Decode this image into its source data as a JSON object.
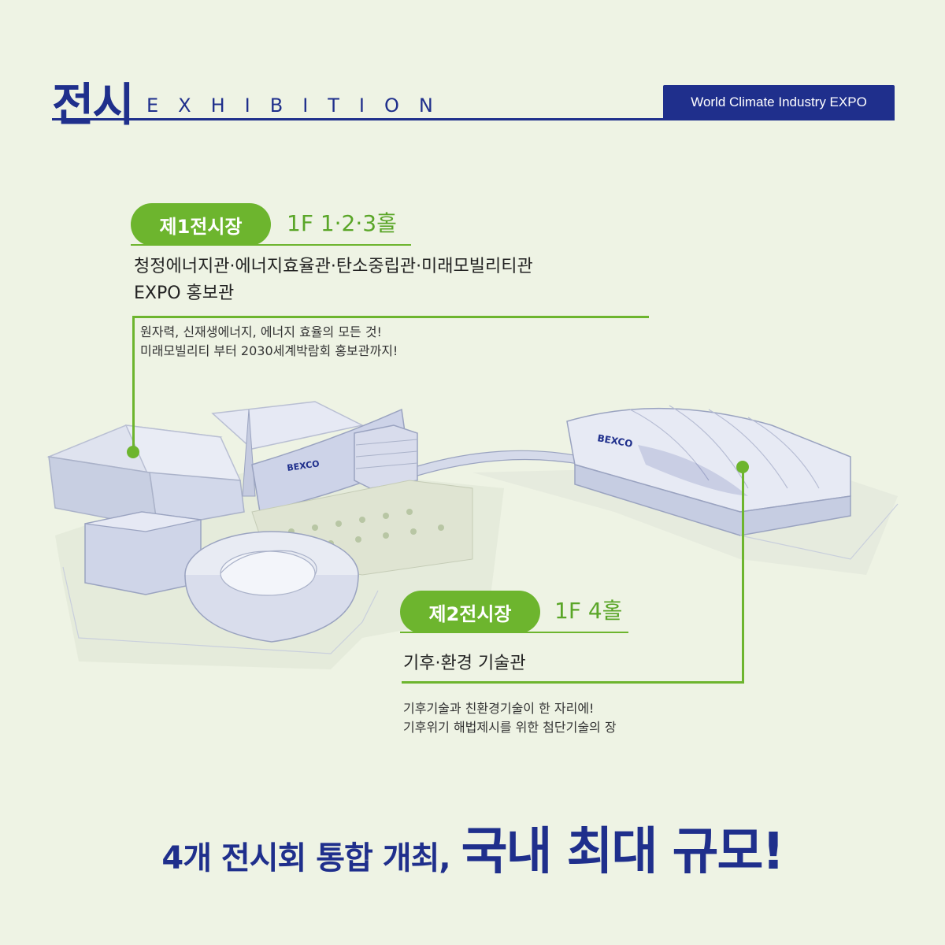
{
  "header": {
    "title_ko": "전시",
    "title_en": "EXHIBITION",
    "badge": "World Climate Industry EXPO"
  },
  "hall1": {
    "label": "제1전시장",
    "floor": "1F 1·2·3홀",
    "name_line1": "청정에너지관·에너지효율관·탄소중립관·미래모빌리티관",
    "name_line2": "EXPO 홍보관",
    "desc_line1": "원자력, 신재생에너지, 에너지 효율의 모든 것!",
    "desc_line2": "미래모빌리티 부터 2030세계박람회 홍보관까지!"
  },
  "hall2": {
    "label": "제2전시장",
    "floor": "1F 4홀",
    "name": "기후·환경 기술관",
    "desc_line1": "기후기술과 친환경기술이 한 자리에!",
    "desc_line2": "기후위기 해법제시를 위한 첨단기술의 장"
  },
  "illustration": {
    "sign_left": "BEXCO",
    "sign_right": "BEXCO"
  },
  "slogan": {
    "small": "4개 전시회 통합 개최,",
    "big": "국내 최대 규모!"
  },
  "colors": {
    "navy": "#1f2f8c",
    "green": "#6db52e",
    "background": "#eef3e4"
  }
}
